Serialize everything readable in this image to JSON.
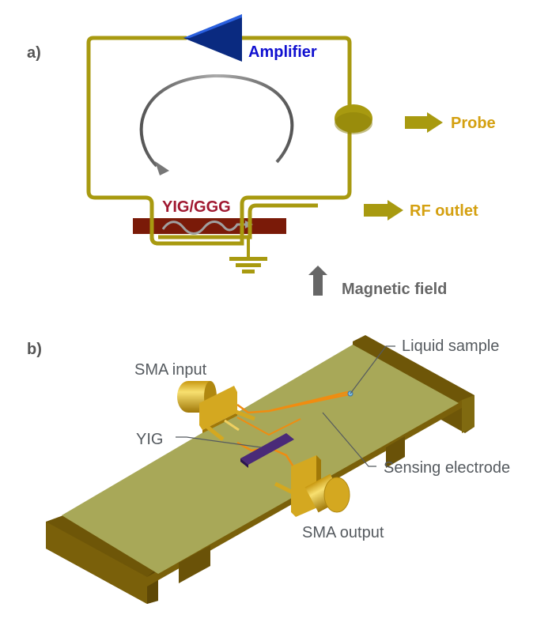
{
  "figure": {
    "panel_a": {
      "label": "a)",
      "amplifier_label": "Amplifier",
      "probe_label": "Probe",
      "rf_outlet_label": "RF outlet",
      "material_label": "YIG/GGG",
      "magnetic_field_label": "Magnetic field"
    },
    "panel_b": {
      "label": "b)",
      "sma_input_label": "SMA input",
      "yig_label": "YIG",
      "liquid_sample_label": "Liquid sample",
      "sensing_electrode_label": "Sensing electrode",
      "sma_output_label": "SMA output"
    },
    "colors": {
      "circuit_line": "#a89a10",
      "amplifier": "#0a2a80",
      "amplifier_text": "#1010d0",
      "probe_text": "#d4a010",
      "material_text": "#a01830",
      "yig_ggg_bar": "#7a1a08",
      "field_arrow": "#666666",
      "board_top": "#a8a858",
      "board_side": "#6e5608",
      "electrode": "#f08c10",
      "yig_chip": "#4a2a78",
      "connector": "#d4a820"
    }
  }
}
